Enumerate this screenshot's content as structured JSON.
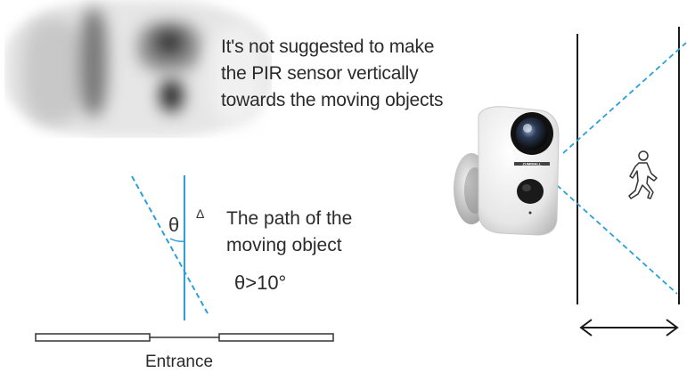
{
  "note": {
    "line1": "It's not suggested to make",
    "line2": "the PIR sensor vertically",
    "line3": "towards the moving objects"
  },
  "path_diagram": {
    "triangle": "Δ",
    "theta": "θ",
    "label_line1": "The path of the",
    "label_line2": "moving object",
    "condition": "θ>10°",
    "entrance": "Entrance"
  },
  "colors": {
    "path_line": "#2aa0d8",
    "dashed": "#2aa0d8",
    "walls": "#1a1a1a"
  },
  "camera": {
    "brand": "ZUMIMALL"
  },
  "icons": [
    "camera-icon",
    "walking-person-icon",
    "double-arrow-icon"
  ]
}
